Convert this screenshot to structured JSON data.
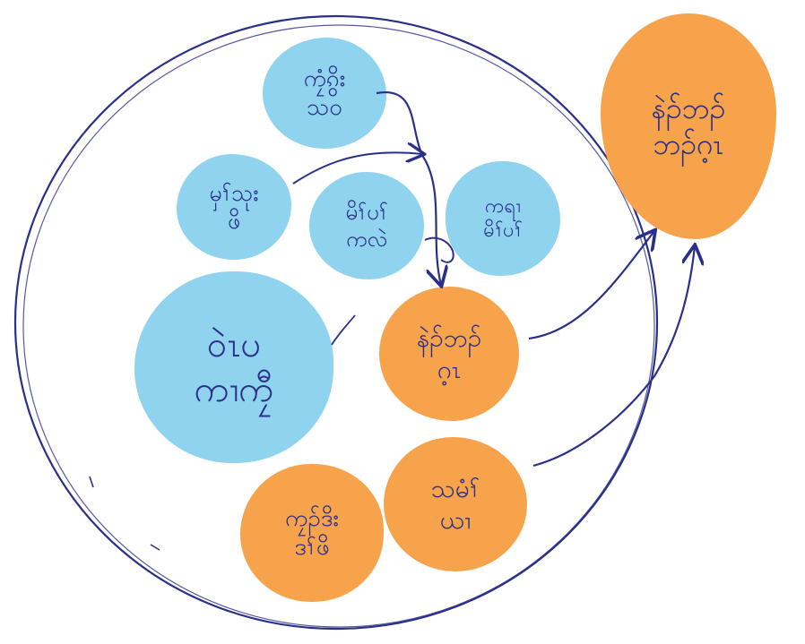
{
  "colors": {
    "ink": "#2a2f8a",
    "blue_note": "#8fd3ee",
    "orange_note": "#f7a34b",
    "paper": "#ffffff"
  },
  "notes": {
    "n1": {
      "lines": [
        "ကၠံၵွိး",
        "သဝ"
      ],
      "color": "blue"
    },
    "n2": {
      "lines": [
        "မှၢ်သုး",
        "ဖိ"
      ],
      "color": "blue"
    },
    "n3": {
      "lines": [
        "မိၢ်ပၢ်",
        "ကလဲ"
      ],
      "color": "blue"
    },
    "n4": {
      "lines": [
        "ကရၢ",
        "မိၢ်ပၢ်"
      ],
      "color": "blue"
    },
    "n5": {
      "lines": [
        "ဝဲၤပ",
        "ကၢကၠီ"
      ],
      "color": "blue"
    },
    "n6": {
      "lines": [
        "နဲၣ်ဘၣ်",
        "ဂ့ၤ"
      ],
      "color": "orange"
    },
    "n7": {
      "lines": [
        "သမံၢ်",
        "ယၢ"
      ],
      "color": "orange"
    },
    "n8": {
      "lines": [
        "ကၠၣ်ဒိး",
        "ဒၢ်ဖိ"
      ],
      "color": "orange"
    },
    "n9": {
      "lines": [
        "နဲၣ်ဘၣ်",
        "ဘၣ်ဂ့ၤ"
      ],
      "color": "orange"
    }
  }
}
